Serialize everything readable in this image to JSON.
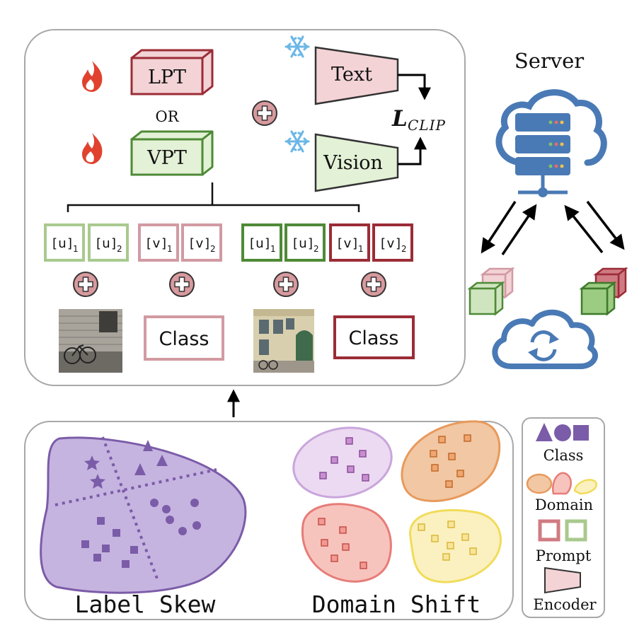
{
  "prompt_options": {
    "lpt_label": "LPT",
    "or_label": "OR",
    "vpt_label": "VPT"
  },
  "encoders": {
    "text_label": "Text",
    "vision_label": "Vision",
    "loss_main": "L",
    "loss_sub": "CLIP"
  },
  "server": {
    "title": "Server"
  },
  "prompt_tokens": [
    {
      "letter": "u",
      "index": "1"
    },
    {
      "letter": "u",
      "index": "2"
    },
    {
      "letter": "v",
      "index": "1"
    },
    {
      "letter": "v",
      "index": "2"
    },
    {
      "letter": "u",
      "index": "1"
    },
    {
      "letter": "u",
      "index": "2"
    },
    {
      "letter": "v",
      "index": "1"
    },
    {
      "letter": "v",
      "index": "2"
    }
  ],
  "class_boxes": {
    "left_label": "Class",
    "right_label": "Class"
  },
  "bottom": {
    "label_skew": "Label Skew",
    "domain_shift": "Domain Shift"
  },
  "legend": {
    "class_label": "Class",
    "domain_label": "Domain",
    "prompt_label": "Prompt",
    "encoder_label": "Encoder"
  },
  "colors": {
    "lpt_red": "#9b2c36",
    "lpt_fill": "#f3d3d6",
    "vpt_green": "#4e8a36",
    "vpt_fill": "#e3f1d6",
    "light_green": "#a9c98e",
    "pink": "#d29aa2",
    "plus_fill": "#d89a9e",
    "server_blue": "#4a7ab5",
    "purple": "#7b5ca8",
    "purple_fill": "#c6b4e0",
    "orange": "#e79a5c",
    "salmon": "#e77c78",
    "yellow": "#f1dc5a",
    "lilac": "#c9a6dc"
  }
}
